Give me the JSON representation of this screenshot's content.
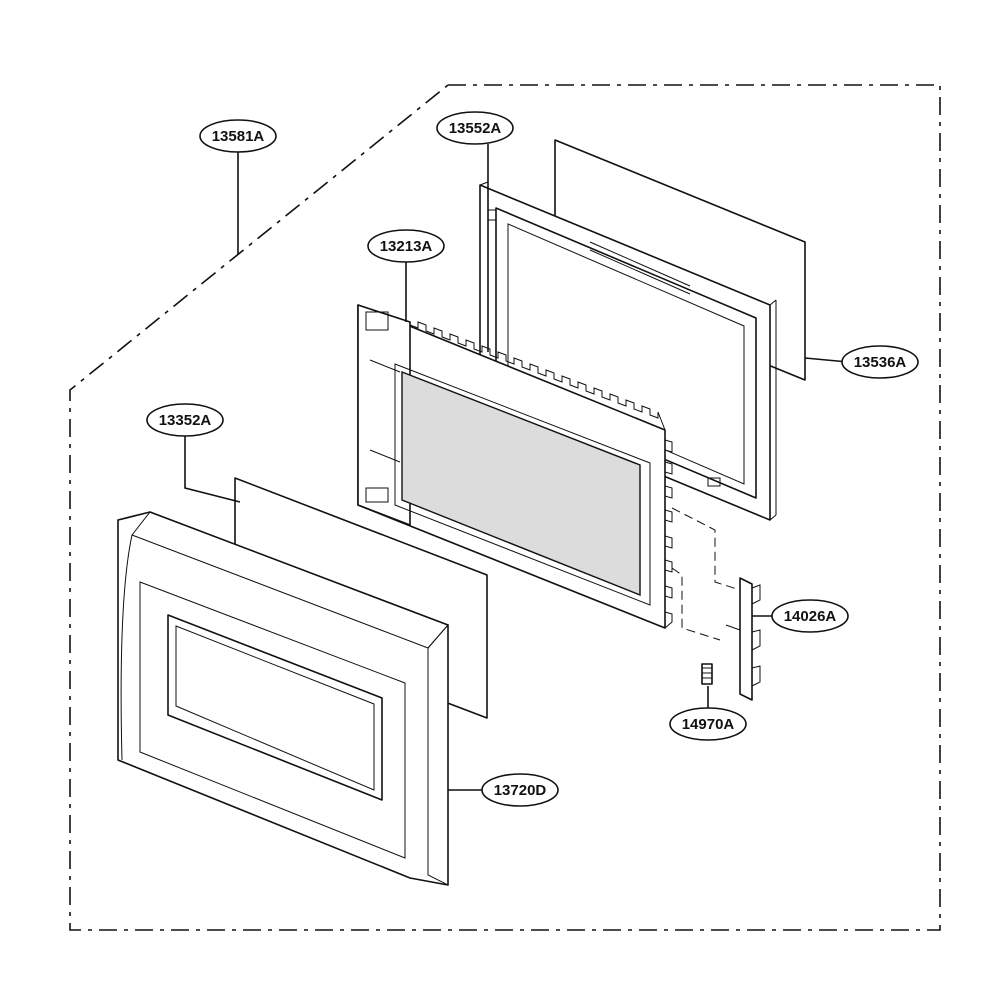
{
  "colors": {
    "line": "#111111",
    "background": "#ffffff",
    "glass_fill": "#dcdcdc"
  },
  "parts": [
    {
      "id": "assembly",
      "label": "13581A"
    },
    {
      "id": "door-frame",
      "label": "13552A"
    },
    {
      "id": "door-plate",
      "label": "13213A"
    },
    {
      "id": "screen-sheet",
      "label": "13536A"
    },
    {
      "id": "choke-film",
      "label": "13352A"
    },
    {
      "id": "latch-key",
      "label": "14026A"
    },
    {
      "id": "spring",
      "label": "14970A"
    },
    {
      "id": "door-front",
      "label": "13720D"
    }
  ]
}
